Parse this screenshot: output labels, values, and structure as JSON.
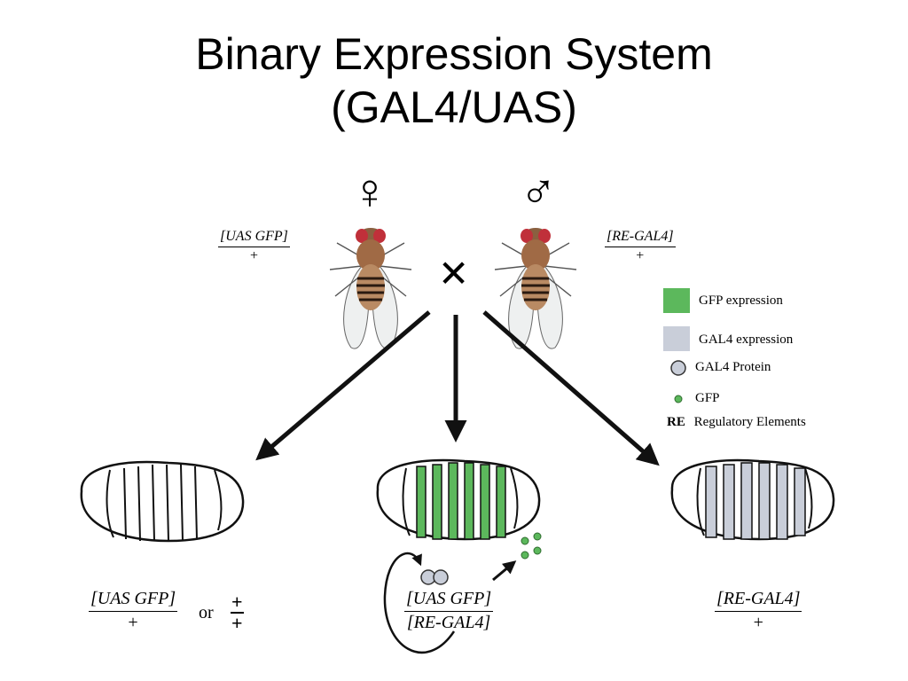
{
  "title": {
    "line1": "Binary Expression System",
    "line2": "(GAL4/UAS)"
  },
  "symbols": {
    "female": "♀",
    "male": "♂",
    "cross": "✕"
  },
  "genotypes": {
    "female_parent": {
      "top": "UAS GFP",
      "bottom": "+"
    },
    "male_parent": {
      "top": "RE-GAL4",
      "bottom": "+"
    },
    "left_offspring": {
      "top": "UAS GFP",
      "bottom": "+",
      "connector": "or",
      "alt_top": "+",
      "alt_bottom": "+"
    },
    "center_offspring": {
      "top": "UAS GFP",
      "bottom": "RE-GAL4"
    },
    "right_offspring": {
      "top": "RE-GAL4",
      "bottom": "+"
    }
  },
  "legend": {
    "gfp_expression": "GFP expression",
    "gal4_expression": "GAL4 expression",
    "gal4_protein": "GAL4 Protein",
    "gfp": "GFP",
    "re_abbrev": "RE",
    "re_label": "Regulatory Elements"
  },
  "colors": {
    "gfp_green": "#5cb85c",
    "gal4_grey": "#c9ced9"
  }
}
